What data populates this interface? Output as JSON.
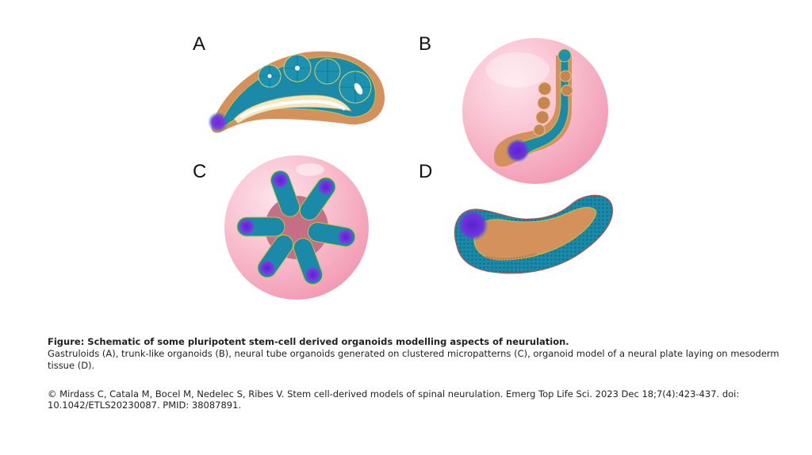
{
  "panels": {
    "a_label": "A",
    "b_label": "B",
    "c_label": "C",
    "d_label": "D"
  },
  "caption": {
    "title": "Figure: Schematic of some pluripotent stem-cell derived organoids modelling aspects of neurulation.",
    "body": "Gastruloids (A), trunk-like organoids (B), neural tube organoids generated on clustered micropatterns (C), organoid model of a neural plate laying on mesoderm tissue (D)."
  },
  "credit": "© Mirdass C, Catala M, Bocel M, Nedelec S, Ribes V. Stem cell-derived models of spinal neurulation. Emerg Top Life Sci. 2023 Dec 18;7(4):423-437. doi: 10.1042/ETLS20230087. PMID: 38087891.",
  "colors": {
    "mesoderm": "#d4915c",
    "neural": "#1a8aa8",
    "neural_dark": "#0d5f7a",
    "posterior": "#6a2bd6",
    "cream": "#f6e6bd",
    "matrigel": "#f7b8c8",
    "outline_yellow": "#c8c23a",
    "outline_red": "#d24a3a"
  }
}
